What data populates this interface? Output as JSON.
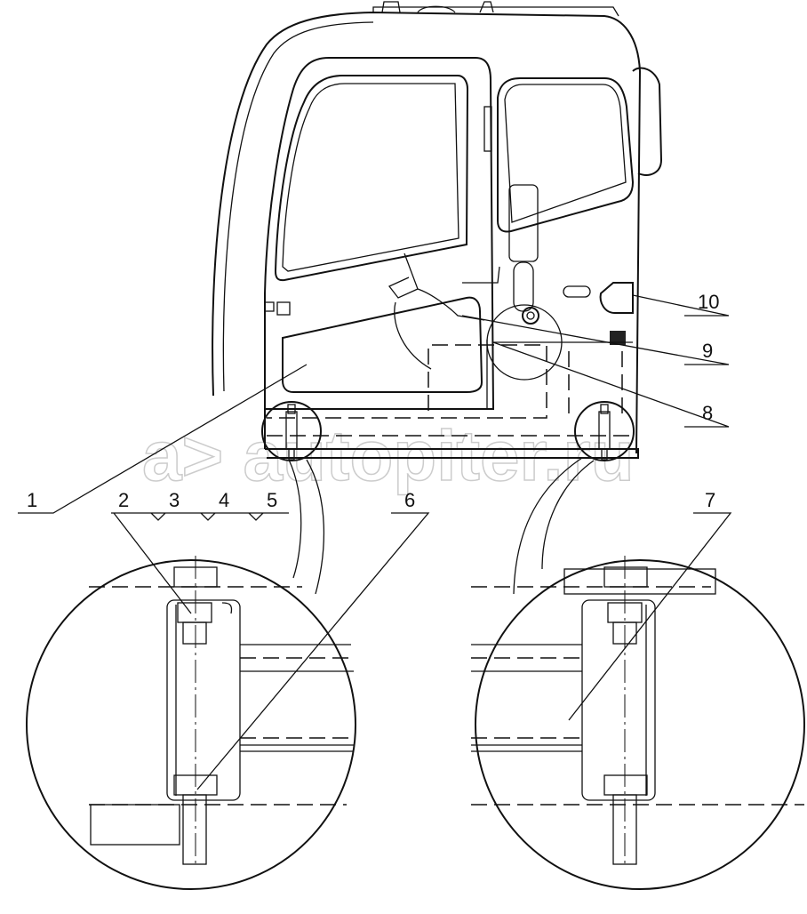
{
  "drawing": {
    "callouts": [
      "1",
      "2",
      "3",
      "4",
      "5",
      "6",
      "7",
      "8",
      "9",
      "10"
    ],
    "watermark": "a> autopiter.ru"
  }
}
